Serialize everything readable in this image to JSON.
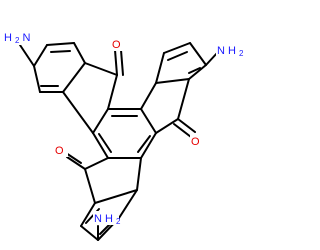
{
  "molecule": {
    "colors": {
      "bond": "#000000",
      "amine": "#1a1aff",
      "carbonyl": "#e60000"
    },
    "amine_labels": [
      {
        "symbol": "N",
        "h": "H",
        "count": "2"
      },
      {
        "symbol": "N",
        "h": "H",
        "count": "2"
      },
      {
        "symbol": "N",
        "h": "H",
        "count": "2"
      }
    ],
    "oxygen_labels": [
      "O",
      "O",
      "O"
    ]
  }
}
